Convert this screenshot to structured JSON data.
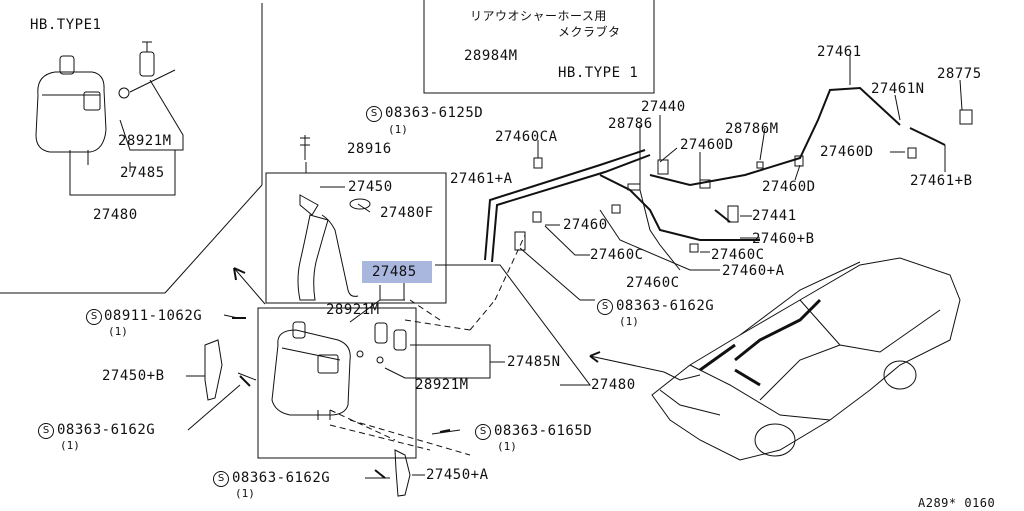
{
  "labels": {
    "hb_type1_top": "HB.TYPE1",
    "p28921m_a": "28921M",
    "p27485_a": "27485",
    "p27480_a": "27480",
    "jp_line1": "リアウオシャーホース用",
    "jp_line2": "メクラブタ",
    "p28984m": "28984M",
    "hb_type1_box": "HB.TYPE 1",
    "s08363_6125d": "08363-6125D",
    "q_6125d": "(1)",
    "p28916": "28916",
    "p27450": "27450",
    "p27480f": "27480F",
    "p27485_sel": "27485",
    "p28921m_b": "28921M",
    "s08911_1062g": "08911-1062G",
    "q_1062g": "(1)",
    "p27450b": "27450+B",
    "s08363_6162g_l": "08363-6162G",
    "q_6162g_l": "(1)",
    "s08363_6165d": "08363-6165D",
    "q_6165d": "(1)",
    "s08363_6162g_b": "08363-6162G",
    "q_6162g_b": "(1)",
    "p27450a": "27450+A",
    "p27485n": "27485N",
    "p28921m_c": "28921M",
    "p27480_b": "27480",
    "p27461a": "27461+A",
    "p27460ca": "27460CA",
    "p27460": "27460",
    "p27460c_1": "27460C",
    "p27460c_2": "27460C",
    "p27460c_3": "27460C",
    "s08363_6162g_m": "08363-6162G",
    "q_6162g_m": "(1)",
    "p27440": "27440",
    "p28786": "28786",
    "p27460d_1": "27460D",
    "p28786m": "28786M",
    "p27460d_2": "27460D",
    "p27441": "27441",
    "p27460b": "27460+B",
    "p27460a": "27460+A",
    "p27461": "27461",
    "p27461n": "27461N",
    "p28775": "28775",
    "p27460d_3": "27460D",
    "p27461b": "27461+B",
    "ref_code": "A289* 0160"
  },
  "screw_symbol": "S"
}
